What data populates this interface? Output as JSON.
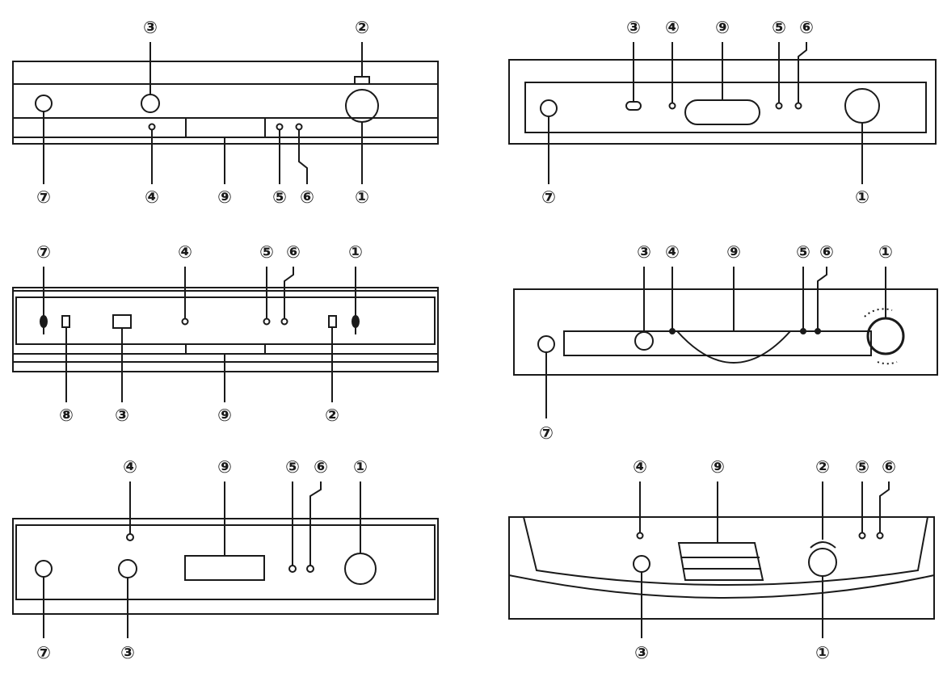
{
  "style": {
    "ink": "#1a1a1a",
    "background": "#ffffff"
  },
  "marker_labels": {
    "1": "①",
    "2": "②",
    "3": "③",
    "4": "④",
    "5": "⑤",
    "6": "⑥",
    "7": "⑦",
    "8": "⑧",
    "9": "⑨"
  },
  "panels": [
    {
      "id": "A",
      "callouts_top": [
        "3",
        "2"
      ],
      "callouts_bottom": [
        "7",
        "4",
        "9",
        "5",
        "6",
        "1"
      ]
    },
    {
      "id": "B",
      "callouts_top": [
        "3",
        "4",
        "9",
        "5",
        "6"
      ],
      "callouts_bottom": [
        "7",
        "1"
      ]
    },
    {
      "id": "C",
      "callouts_top": [
        "7",
        "4",
        "5",
        "6",
        "1"
      ],
      "callouts_bottom": [
        "8",
        "3",
        "9",
        "2"
      ]
    },
    {
      "id": "D",
      "callouts_top": [
        "3",
        "4",
        "9",
        "5",
        "6",
        "1"
      ],
      "callouts_bottom": [
        "7"
      ]
    },
    {
      "id": "E",
      "callouts_top": [
        "4",
        "9",
        "5",
        "6",
        "1"
      ],
      "callouts_bottom": [
        "7",
        "3"
      ]
    },
    {
      "id": "F",
      "callouts_top": [
        "4",
        "9",
        "2",
        "5",
        "6"
      ],
      "callouts_bottom": [
        "3",
        "1"
      ]
    }
  ]
}
